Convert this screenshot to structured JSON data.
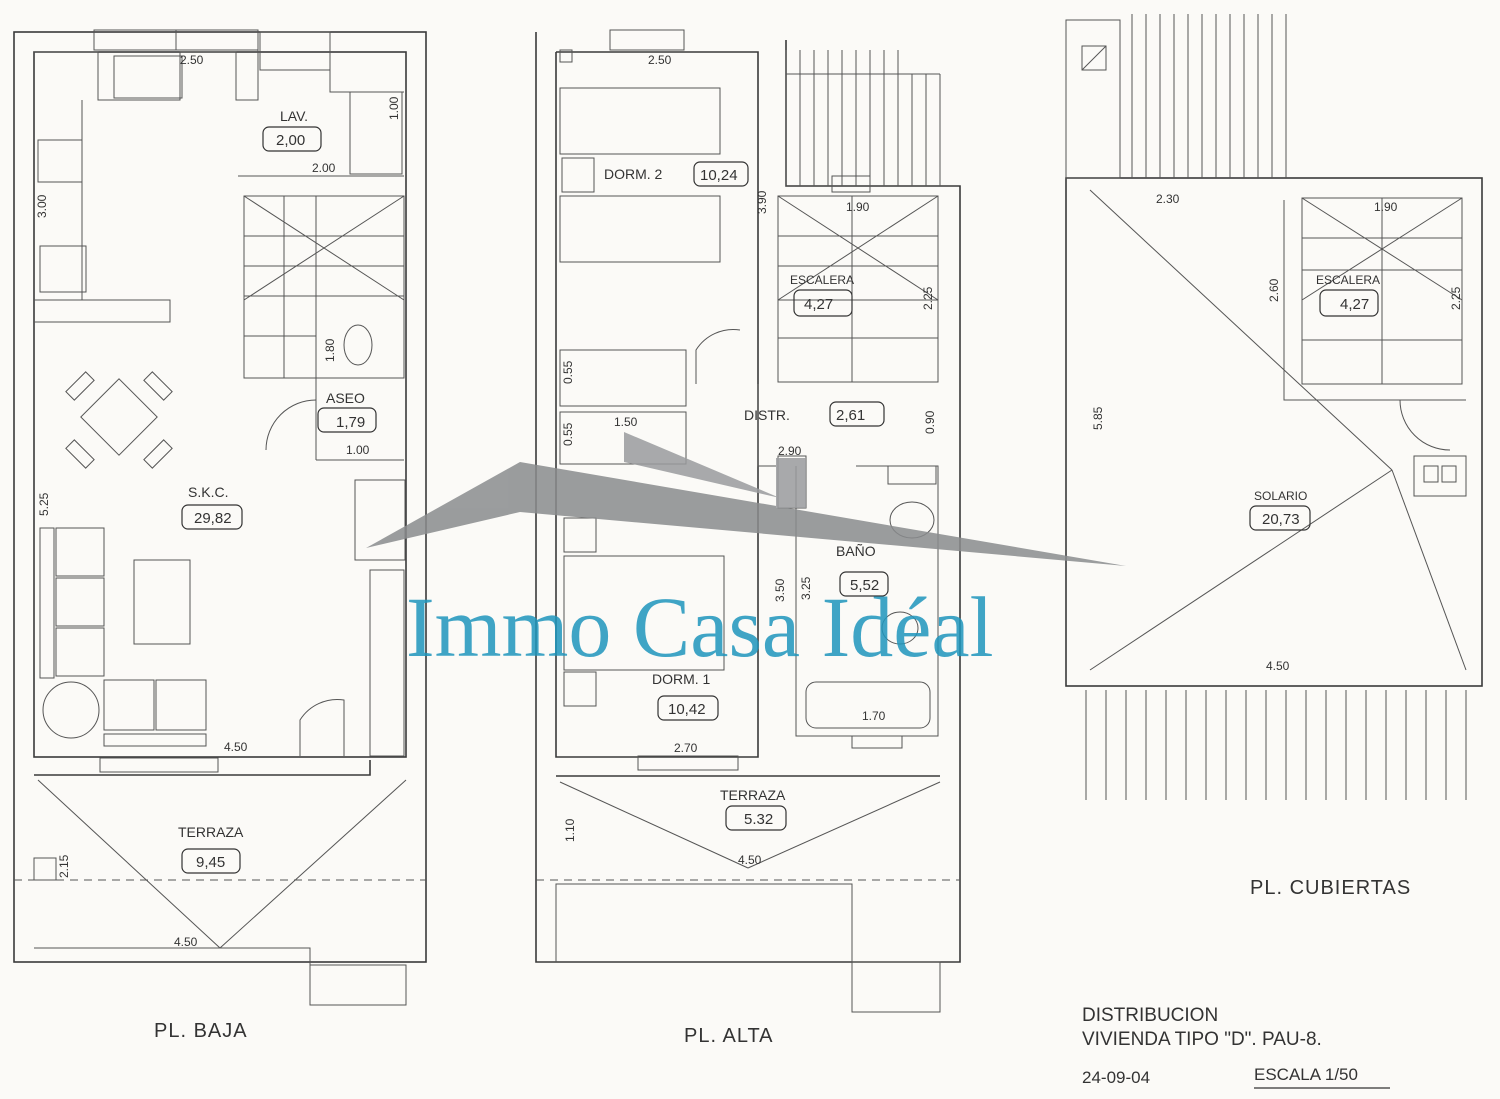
{
  "plans": {
    "baja": {
      "title": "PL. BAJA",
      "rooms": [
        {
          "name": "LAV.",
          "area": "2,00"
        },
        {
          "name": "ASEO",
          "area": "1,79"
        },
        {
          "name": "S.K.C.",
          "area": "29,82"
        },
        {
          "name": "TERRAZA",
          "area": "9,45"
        }
      ],
      "dims": [
        "2.50",
        "1.00",
        "2.00",
        "3.00",
        "1.80",
        "1.00",
        "5.25",
        "4.50",
        "2.15",
        "4.50"
      ]
    },
    "alta": {
      "title": "PL. ALTA",
      "rooms": [
        {
          "name": "DORM. 2",
          "area": "10,24"
        },
        {
          "name": "ESCALERA",
          "area": "4,27"
        },
        {
          "name": "DISTR.",
          "area": "2,61"
        },
        {
          "name": "BAÑO",
          "area": "5,52"
        },
        {
          "name": "DORM. 1",
          "area": "10,42"
        },
        {
          "name": "TERRAZA",
          "area": "5.32"
        }
      ],
      "dims": [
        "2.50",
        "3.90",
        "1.90",
        "2.25",
        "0.55",
        "0.55",
        "1.50",
        "0.90",
        "2.90",
        "3.25",
        "3.50",
        "1.70",
        "2.70",
        "1.10",
        "4.50"
      ]
    },
    "cubiertas": {
      "title": "PL. CUBIERTAS",
      "rooms": [
        {
          "name": "ESCALERA",
          "area": "4,27"
        },
        {
          "name": "SOLARIO",
          "area": "20,73"
        }
      ],
      "dims": [
        "2.30",
        "1.90",
        "2.60",
        "2.25",
        "5.85",
        "4.50"
      ]
    }
  },
  "legend": {
    "line1": "DISTRIBUCION",
    "line2": "VIVIENDA TIPO \"D\". PAU-8.",
    "date": "24-09-04",
    "scale": "ESCALA 1/50"
  },
  "watermark": {
    "text": "Immo Casa Idéal",
    "color": "#1f96bd"
  }
}
